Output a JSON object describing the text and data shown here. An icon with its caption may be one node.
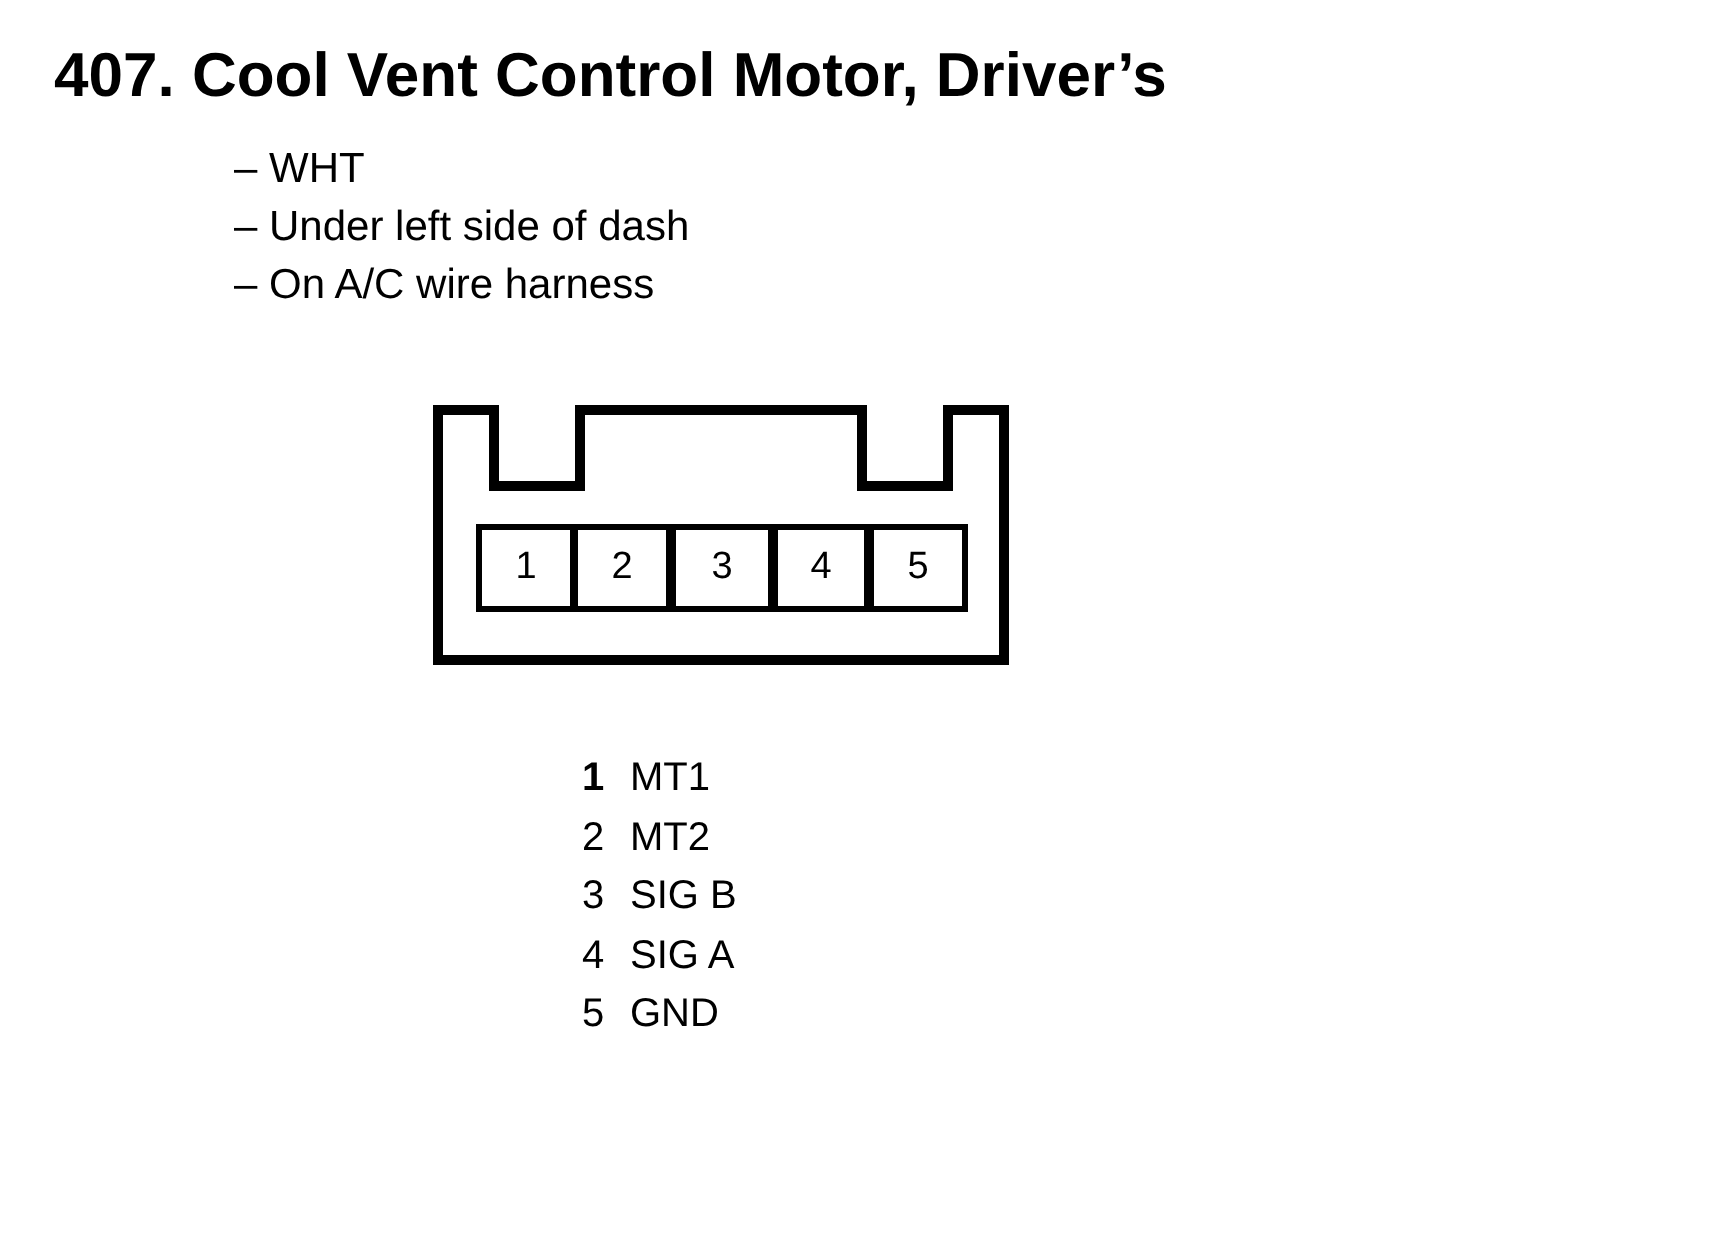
{
  "diagram": {
    "title": "407. Cool Vent Control Motor, Driver’s",
    "nodes": [
      {
        "text": [],
        "shape": "box"
      },
      {
        "text": [
          "1"
        ],
        "in": 0
      },
      {
        "text": [
          "2"
        ],
        "in": 0
      },
      {
        "text": [
          "3"
        ],
        "in": 0
      },
      {
        "text": [
          "4"
        ],
        "in": 0
      },
      {
        "text": [
          "5"
        ],
        "in": 0
      }
    ],
    "labels": [
      "– WHT",
      "– Under left side of dash",
      "– On A/C wire harness",
      "1",
      "MT1",
      "2",
      "MT2",
      "3",
      "SIG B",
      "4",
      "SIG A",
      "5",
      "GND"
    ]
  }
}
